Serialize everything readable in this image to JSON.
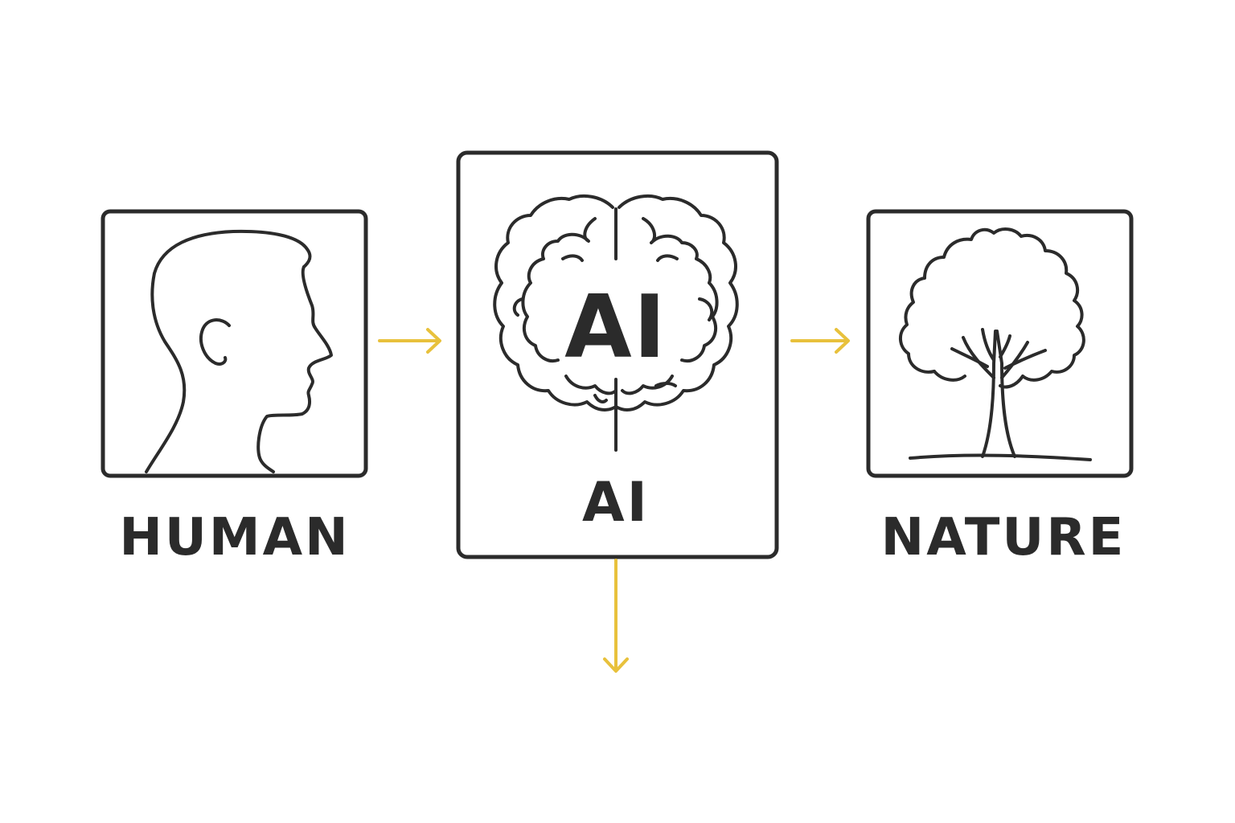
{
  "diagram": {
    "nodes": [
      {
        "id": "human",
        "label": "HUMAN",
        "icon": "human-head-icon"
      },
      {
        "id": "ai",
        "label": "AI",
        "icon": "brain-icon",
        "icon_text": "AI"
      },
      {
        "id": "nature",
        "label": "NATURE",
        "icon": "tree-icon"
      }
    ],
    "edges": [
      {
        "from": "human",
        "to": "ai"
      },
      {
        "from": "ai",
        "to": "nature"
      },
      {
        "from": "ai",
        "to": ""
      }
    ],
    "colors": {
      "stroke": "#2b2b2b",
      "arrow": "#e8c13c",
      "background": "#ffffff"
    }
  }
}
